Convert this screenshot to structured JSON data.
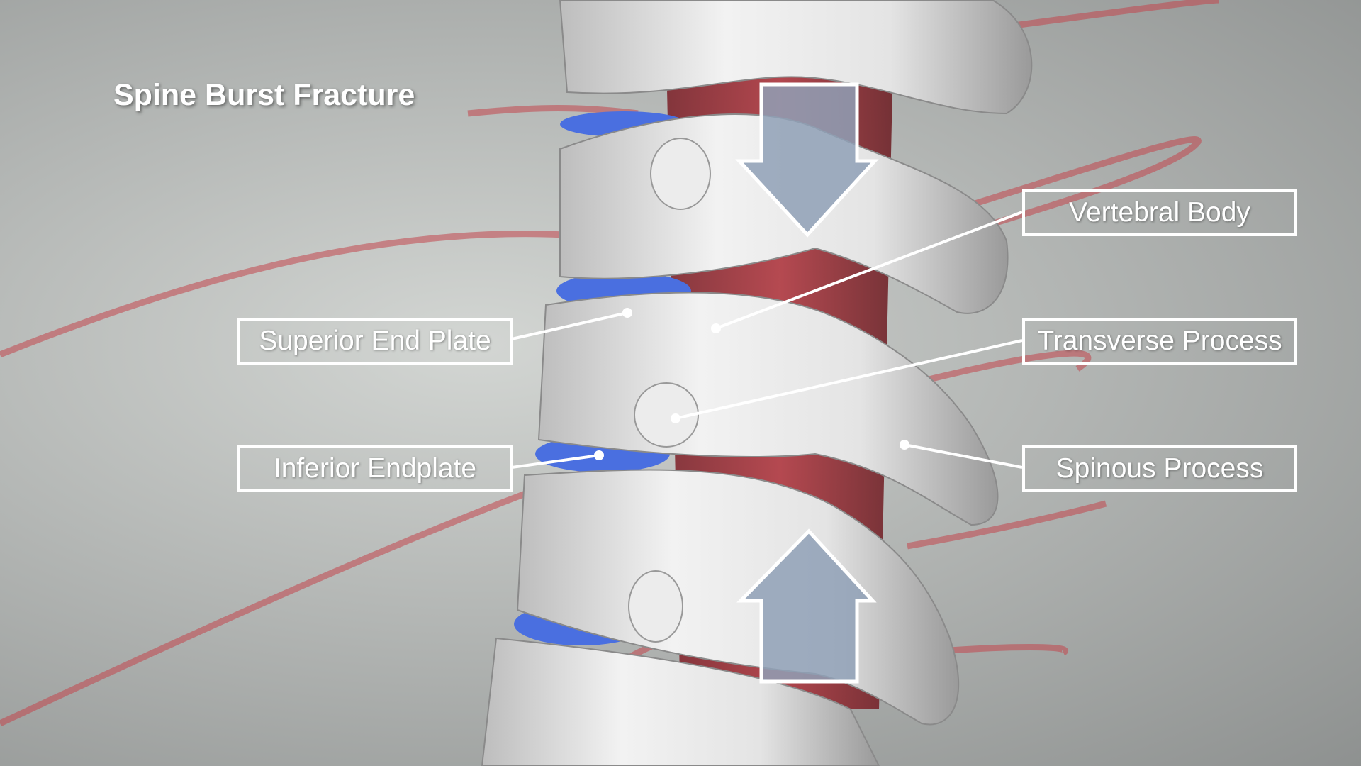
{
  "title": "Spine Burst Fracture",
  "labels": {
    "vertebral_body": "Vertebral Body",
    "transverse_process": "Transverse Process",
    "spinous_process": "Spinous Process",
    "superior_end_plate": "Superior End Plate",
    "inferior_endplate": "Inferior Endplate"
  },
  "colors": {
    "bone": "#e6e6e6",
    "disc": "#4a6fe0",
    "nerve": "#b8383f",
    "arrow_fill": "#8fa0b6",
    "label_border": "#ffffff"
  }
}
